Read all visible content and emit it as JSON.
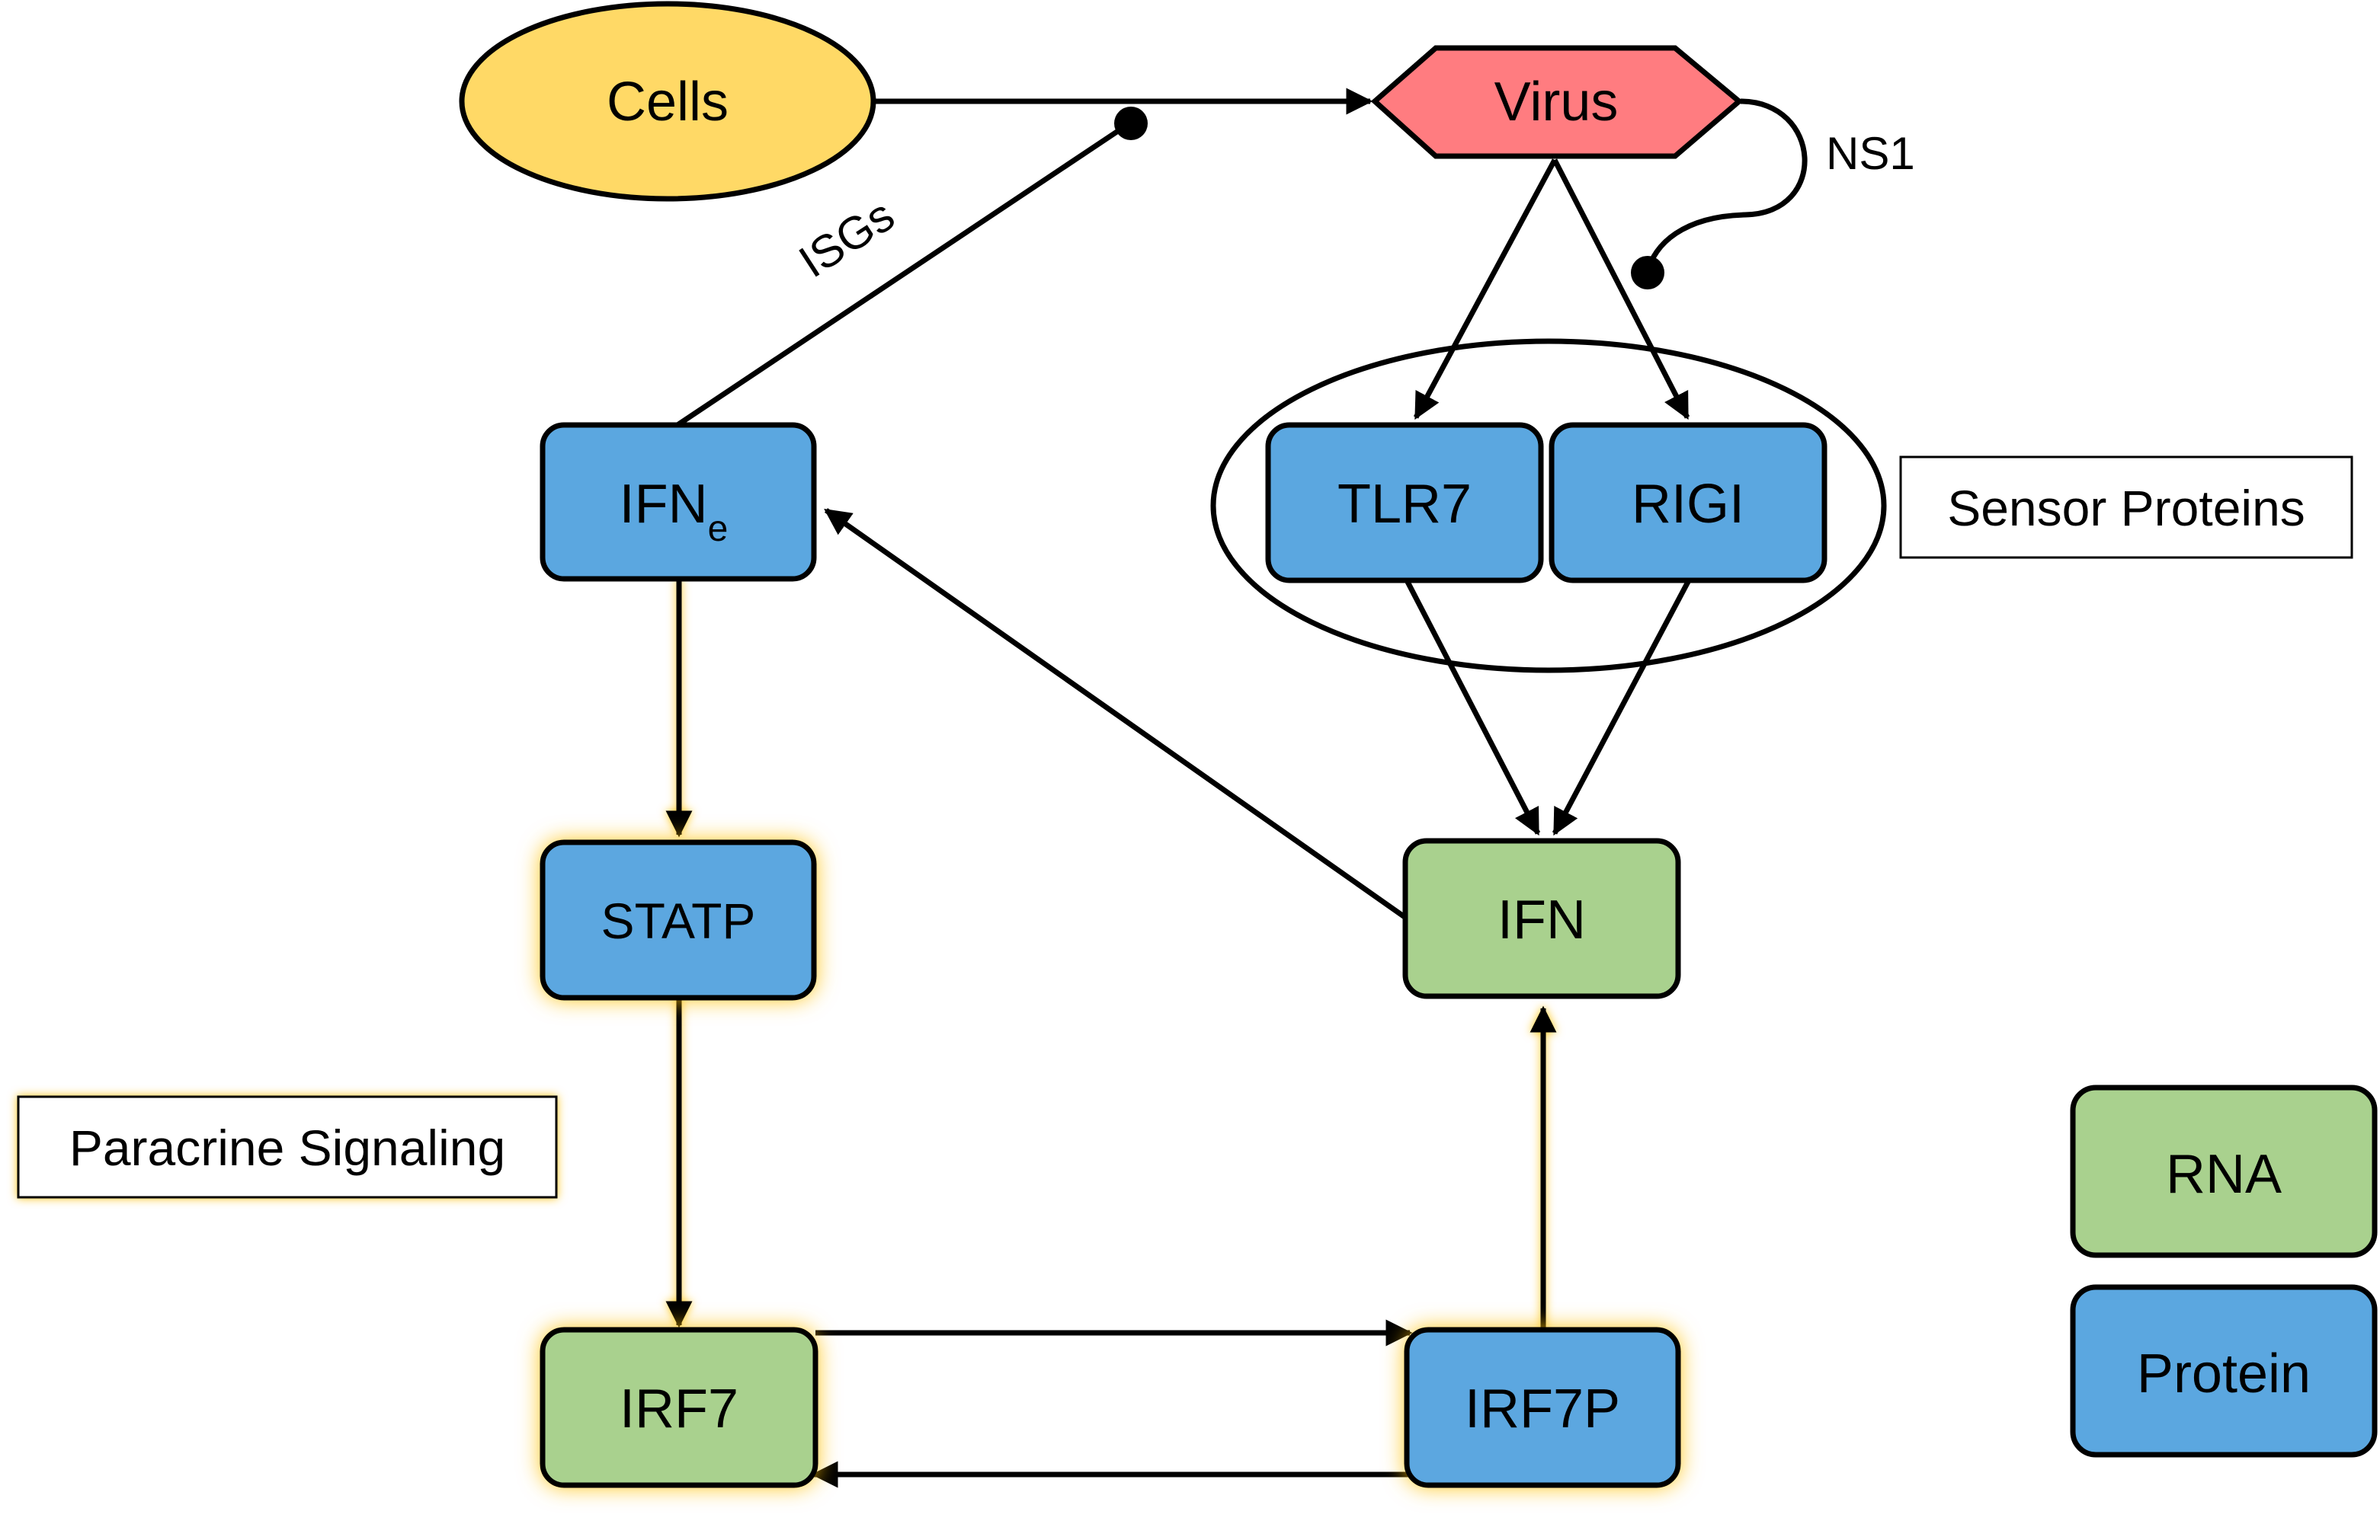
{
  "nodes": {
    "cells": "Cells",
    "virus": "Virus",
    "tlr7": "TLR7",
    "rigi": "RIGI",
    "ifn_e_main": "IFN",
    "ifn_e_sub": "e",
    "ifn": "IFN",
    "statp": "STATP",
    "irf7": "IRF7",
    "irf7p": "IRF7P"
  },
  "edge_labels": {
    "ns1": "NS1",
    "isgs": "ISGs"
  },
  "annotations": {
    "sensor_proteins": "Sensor Proteins",
    "paracrine_signaling": "Paracrine Signaling"
  },
  "legend": {
    "rna": "RNA",
    "protein": "Protein"
  },
  "colors": {
    "cells": "#FFD966",
    "virus": "#FF7C80",
    "protein": "#5BA7E0",
    "rna": "#A9D18E",
    "glow": "#FFC000",
    "stroke": "#000000"
  }
}
